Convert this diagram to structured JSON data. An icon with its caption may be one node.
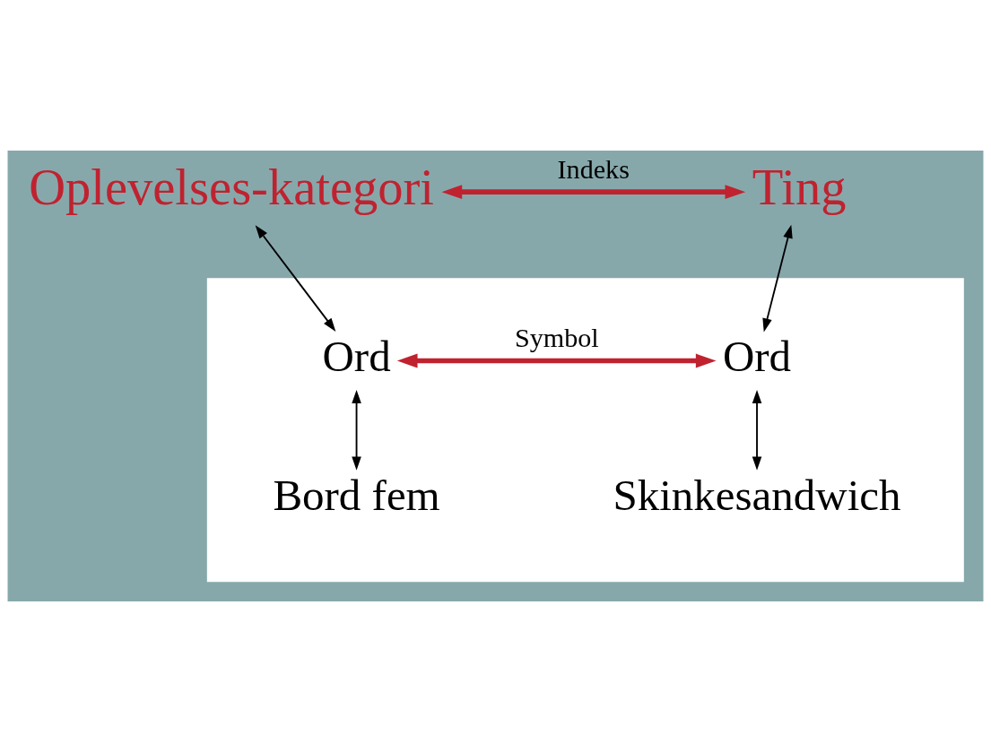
{
  "diagram": {
    "nodes": [
      {
        "text": [
          "Oplevelses-kategori"
        ]
      },
      {
        "text": [
          "Ting"
        ]
      },
      {
        "text": [],
        "shape": "box"
      },
      {
        "text": [
          "Ord"
        ],
        "in": 2
      },
      {
        "text": [
          "Ord"
        ],
        "in": 2
      },
      {
        "text": [
          "Bord fem"
        ],
        "in": 2
      },
      {
        "text": [
          "Skinkesandwich"
        ],
        "in": 2
      }
    ],
    "edges": [
      {
        "from": 0,
        "to": 1,
        "arrow": "both",
        "label": "Indeks",
        "style": "thick",
        "color": "#c0222f"
      },
      {
        "from": 0,
        "to": 3,
        "arrow": "both"
      },
      {
        "from": 1,
        "to": 4,
        "arrow": "both"
      },
      {
        "from": 3,
        "to": 4,
        "arrow": "both",
        "label": "Symbol",
        "style": "thick",
        "color": "#c0222f"
      },
      {
        "from": 3,
        "to": 5,
        "arrow": "both"
      },
      {
        "from": 4,
        "to": 6,
        "arrow": "both"
      }
    ]
  }
}
